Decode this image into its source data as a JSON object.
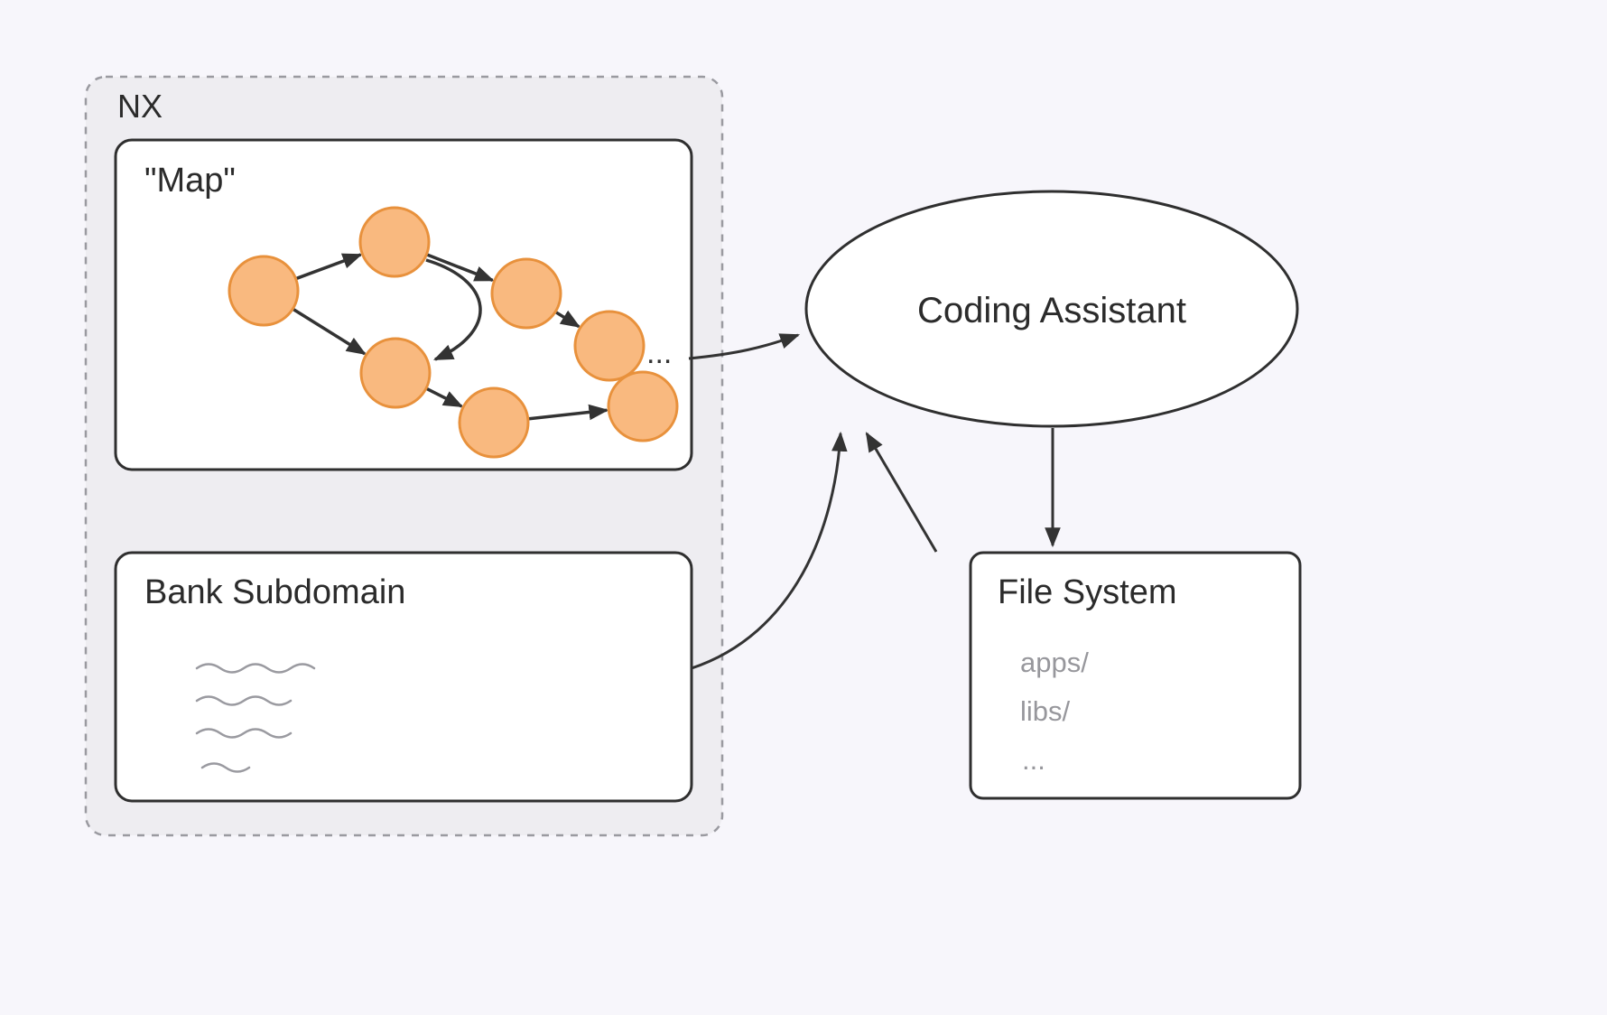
{
  "nx": {
    "label": "NX"
  },
  "map_box": {
    "title": "\"Map\"",
    "ellipsis": "..."
  },
  "bank_box": {
    "title": "Bank Subdomain"
  },
  "assistant": {
    "label": "Coding Assistant"
  },
  "file_system": {
    "title": "File System",
    "items": [
      "apps/",
      "libs/",
      "..."
    ]
  },
  "colors": {
    "background": "#f7f6fb",
    "nx_fill": "#eeedf1",
    "nx_border": "#9a9aa0",
    "box_fill": "#ffffff",
    "box_border": "#2f2f2f",
    "node_fill": "#f9b97f",
    "node_stroke": "#e8913c",
    "arrow": "#333333",
    "muted_text": "#97979c",
    "text": "#2b2b2b"
  }
}
